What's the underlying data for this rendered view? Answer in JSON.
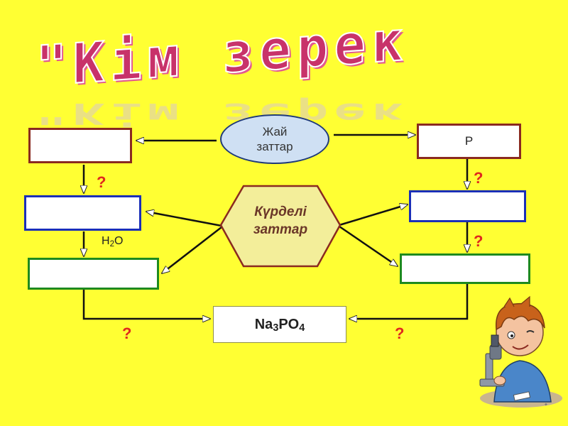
{
  "title": "\"Кім зерек",
  "nodes": {
    "simple": {
      "line1": "Жай",
      "line2": "заттар"
    },
    "complex": {
      "line1": "Күрделі",
      "line2": "заттар"
    },
    "right_top_box": "Р",
    "final": {
      "base": "Na",
      "sub1": "3",
      "mid": "PO",
      "sub2": "4"
    },
    "water": {
      "base": "H",
      "sub": "2",
      "end": "O"
    }
  },
  "question_mark": "?",
  "colors": {
    "background": "#ffff33",
    "box_red": "#8a2a20",
    "box_blue": "#1b2fb8",
    "box_green": "#1e8a1e",
    "question": "#e0281e",
    "title": "#c8326a"
  },
  "icons": [
    "boy-with-microscope-icon"
  ]
}
